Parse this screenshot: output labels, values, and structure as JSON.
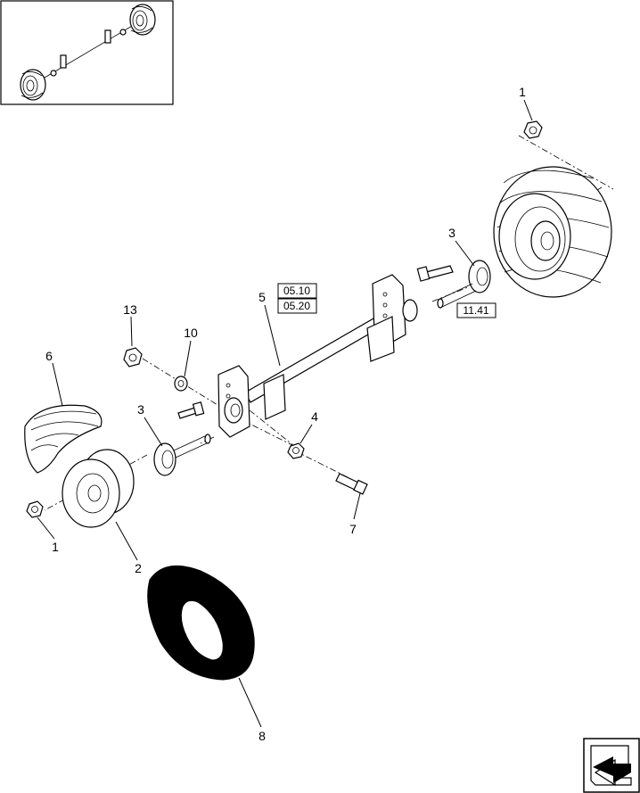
{
  "callouts": {
    "c1_top": "1",
    "c3_right": "3",
    "c5": "5",
    "c13": "13",
    "c10": "10",
    "c6": "6",
    "c3_left": "3",
    "c4": "4",
    "c7": "7",
    "c1_left": "1",
    "c2": "2",
    "c8": "8"
  },
  "reference_boxes": {
    "ref_0510": "05.10",
    "ref_0520": "05.20",
    "ref_1141": "11.41"
  },
  "icons": {
    "nav_icon": "next-page-arrow-icon",
    "thumbnail": "overview-thumbnail"
  },
  "colors": {
    "line": "#000000",
    "background": "#ffffff"
  }
}
